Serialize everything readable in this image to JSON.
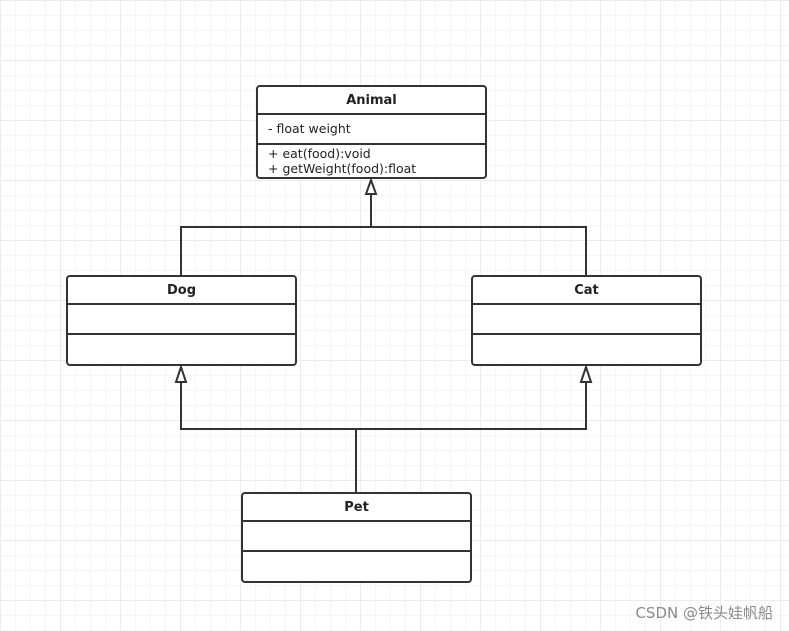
{
  "classes": {
    "animal": {
      "name": "Animal",
      "attributes": [
        "- float weight"
      ],
      "operations": [
        "+ eat(food):void",
        "+ getWeight(food):float"
      ]
    },
    "dog": {
      "name": "Dog",
      "attributes": [],
      "operations": []
    },
    "cat": {
      "name": "Cat",
      "attributes": [],
      "operations": []
    },
    "pet": {
      "name": "Pet",
      "attributes": [],
      "operations": []
    }
  },
  "relations": [
    {
      "type": "generalization",
      "from": "Dog",
      "to": "Animal"
    },
    {
      "type": "generalization",
      "from": "Cat",
      "to": "Animal"
    },
    {
      "type": "generalization",
      "from": "Pet",
      "to": "Dog"
    },
    {
      "type": "generalization",
      "from": "Pet",
      "to": "Cat"
    }
  ],
  "colors": {
    "stroke": "#333333",
    "grid": "#ececec",
    "watermark": "#8a8a8a"
  },
  "watermark": "CSDN @铁头娃帆船"
}
